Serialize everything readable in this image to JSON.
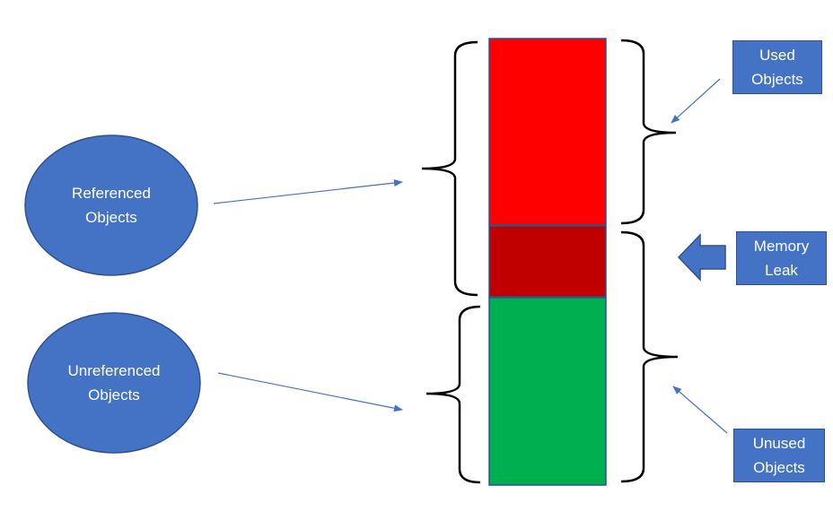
{
  "nodes": {
    "referenced": "Referenced\nObjects",
    "unreferenced": "Unreferenced\nObjects"
  },
  "labels": {
    "used": "Used\nObjects",
    "memory_leak": "Memory\nLeak",
    "unused": "Unused\nObjects"
  },
  "colors": {
    "ellipse_fill": "#4472c4",
    "label_box_fill": "#4472c4",
    "used_block": "#ff0000",
    "leak_block": "#c00000",
    "unused_block": "#00b050",
    "arrow": "#4472c4",
    "bracket": "#000000"
  }
}
